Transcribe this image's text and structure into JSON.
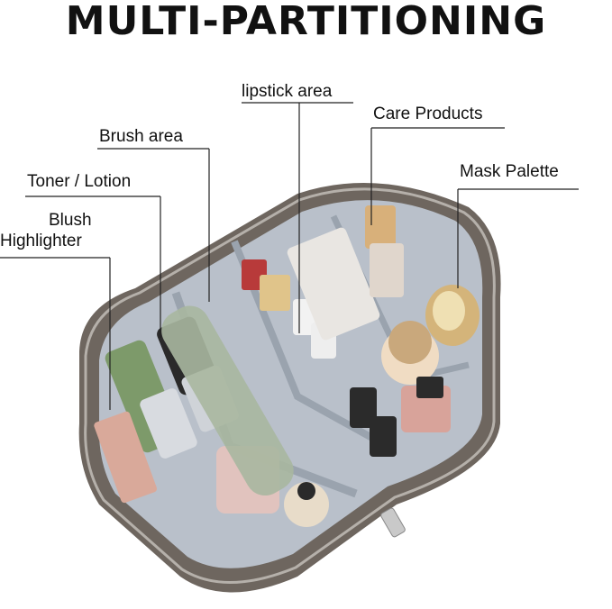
{
  "title": "MULTI-PARTITIONING",
  "callouts": {
    "lipstick": "lipstick area",
    "care": "Care Products",
    "brush": "Brush area",
    "mask": "Mask Palette",
    "toner": "Toner / Lotion",
    "blush": "Blush",
    "highlighter": "Highlighter"
  },
  "colors": {
    "bag_shell": "#6e665f",
    "lining": "#b9c0ca",
    "lining_dark": "#9aa3ae",
    "leader_line": "#222222"
  }
}
